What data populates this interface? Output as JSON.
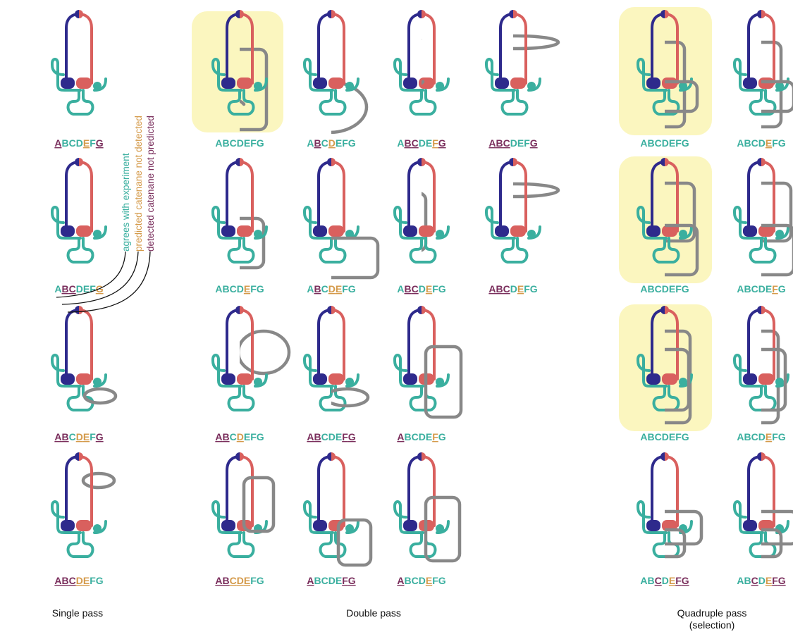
{
  "colors": {
    "agrees": "#3aaf9f",
    "predicted_not_detected": "#d49a4a",
    "detected_not_predicted": "#7a2e5c",
    "strand_blue": "#2e2a8c",
    "strand_red": "#d9605e",
    "strand_teal": "#3aaf9f",
    "ring_gray": "#888888",
    "highlight": "#fbf6bf",
    "connector": "#111111"
  },
  "legend": {
    "agrees": "agrees with experiment",
    "predicted": "predicted catenane not detected",
    "detected": "detected catenane not predicted"
  },
  "sections": {
    "single": "Single pass",
    "double": "Double pass",
    "quadruple_line1": "Quadruple pass",
    "quadruple_line2": "(selection)"
  },
  "cells": [
    {
      "id": "s1",
      "label": [
        [
          "A",
          "d"
        ],
        [
          "B",
          "a"
        ],
        [
          "C",
          "a"
        ],
        [
          "D",
          "a"
        ],
        [
          "E",
          "p"
        ],
        [
          "F",
          "a"
        ],
        [
          "G",
          "d"
        ]
      ]
    },
    {
      "id": "s2",
      "label": [
        [
          "A",
          "a"
        ],
        [
          "B",
          "d"
        ],
        [
          "C",
          "d"
        ],
        [
          "D",
          "a"
        ],
        [
          "E",
          "a"
        ],
        [
          "F",
          "a"
        ],
        [
          "G",
          "p"
        ]
      ]
    },
    {
      "id": "s3",
      "label": [
        [
          "A",
          "d"
        ],
        [
          "B",
          "d"
        ],
        [
          "C",
          "a"
        ],
        [
          "D",
          "p"
        ],
        [
          "E",
          "p"
        ],
        [
          "F",
          "a"
        ],
        [
          "G",
          "d"
        ]
      ]
    },
    {
      "id": "s4",
      "label": [
        [
          "A",
          "d"
        ],
        [
          "B",
          "d"
        ],
        [
          "C",
          "d"
        ],
        [
          "D",
          "p"
        ],
        [
          "E",
          "p"
        ],
        [
          "F",
          "a"
        ],
        [
          "G",
          "a"
        ]
      ]
    },
    {
      "id": "d1",
      "label": [
        [
          "A",
          "a"
        ],
        [
          "B",
          "a"
        ],
        [
          "C",
          "a"
        ],
        [
          "D",
          "a"
        ],
        [
          "E",
          "a"
        ],
        [
          "F",
          "a"
        ],
        [
          "G",
          "a"
        ]
      ]
    },
    {
      "id": "d2",
      "label": [
        [
          "A",
          "a"
        ],
        [
          "B",
          "d"
        ],
        [
          "C",
          "a"
        ],
        [
          "D",
          "p"
        ],
        [
          "E",
          "a"
        ],
        [
          "F",
          "a"
        ],
        [
          "G",
          "a"
        ]
      ]
    },
    {
      "id": "d3",
      "label": [
        [
          "A",
          "a"
        ],
        [
          "B",
          "d"
        ],
        [
          "C",
          "d"
        ],
        [
          "D",
          "a"
        ],
        [
          "E",
          "a"
        ],
        [
          "F",
          "p"
        ],
        [
          "G",
          "d"
        ]
      ]
    },
    {
      "id": "d4",
      "label": [
        [
          "A",
          "d"
        ],
        [
          "B",
          "d"
        ],
        [
          "C",
          "d"
        ],
        [
          "D",
          "a"
        ],
        [
          "E",
          "a"
        ],
        [
          "F",
          "a"
        ],
        [
          "G",
          "d"
        ]
      ]
    },
    {
      "id": "d5",
      "label": [
        [
          "A",
          "a"
        ],
        [
          "B",
          "a"
        ],
        [
          "C",
          "a"
        ],
        [
          "D",
          "a"
        ],
        [
          "E",
          "p"
        ],
        [
          "F",
          "a"
        ],
        [
          "G",
          "a"
        ]
      ]
    },
    {
      "id": "d6",
      "label": [
        [
          "A",
          "a"
        ],
        [
          "B",
          "d"
        ],
        [
          "C",
          "a"
        ],
        [
          "D",
          "p"
        ],
        [
          "E",
          "p"
        ],
        [
          "F",
          "a"
        ],
        [
          "G",
          "a"
        ]
      ]
    },
    {
      "id": "d7",
      "label": [
        [
          "A",
          "a"
        ],
        [
          "B",
          "d"
        ],
        [
          "C",
          "d"
        ],
        [
          "D",
          "a"
        ],
        [
          "E",
          "p"
        ],
        [
          "F",
          "a"
        ],
        [
          "G",
          "a"
        ]
      ]
    },
    {
      "id": "d8",
      "label": [
        [
          "A",
          "d"
        ],
        [
          "B",
          "d"
        ],
        [
          "C",
          "d"
        ],
        [
          "D",
          "a"
        ],
        [
          "E",
          "p"
        ],
        [
          "F",
          "a"
        ],
        [
          "G",
          "a"
        ]
      ]
    },
    {
      "id": "d9",
      "label": [
        [
          "A",
          "d"
        ],
        [
          "B",
          "d"
        ],
        [
          "C",
          "a"
        ],
        [
          "D",
          "p"
        ],
        [
          "E",
          "a"
        ],
        [
          "F",
          "a"
        ],
        [
          "G",
          "a"
        ]
      ]
    },
    {
      "id": "d10",
      "label": [
        [
          "A",
          "d"
        ],
        [
          "B",
          "d"
        ],
        [
          "C",
          "a"
        ],
        [
          "D",
          "a"
        ],
        [
          "E",
          "a"
        ],
        [
          "F",
          "d"
        ],
        [
          "G",
          "d"
        ]
      ]
    },
    {
      "id": "d11",
      "label": [
        [
          "A",
          "d"
        ],
        [
          "B",
          "a"
        ],
        [
          "C",
          "a"
        ],
        [
          "D",
          "a"
        ],
        [
          "E",
          "a"
        ],
        [
          "F",
          "p"
        ],
        [
          "G",
          "a"
        ]
      ]
    },
    {
      "id": "d12",
      "label": [
        [
          "A",
          "d"
        ],
        [
          "B",
          "d"
        ],
        [
          "C",
          "p"
        ],
        [
          "D",
          "p"
        ],
        [
          "E",
          "p"
        ],
        [
          "F",
          "a"
        ],
        [
          "G",
          "a"
        ]
      ]
    },
    {
      "id": "d13",
      "label": [
        [
          "A",
          "d"
        ],
        [
          "B",
          "a"
        ],
        [
          "C",
          "a"
        ],
        [
          "D",
          "a"
        ],
        [
          "E",
          "a"
        ],
        [
          "F",
          "d"
        ],
        [
          "G",
          "d"
        ]
      ]
    },
    {
      "id": "d14",
      "label": [
        [
          "A",
          "d"
        ],
        [
          "B",
          "a"
        ],
        [
          "C",
          "a"
        ],
        [
          "D",
          "a"
        ],
        [
          "E",
          "p"
        ],
        [
          "F",
          "a"
        ],
        [
          "G",
          "a"
        ]
      ]
    },
    {
      "id": "q1",
      "label": [
        [
          "A",
          "a"
        ],
        [
          "B",
          "a"
        ],
        [
          "C",
          "a"
        ],
        [
          "D",
          "a"
        ],
        [
          "E",
          "a"
        ],
        [
          "F",
          "a"
        ],
        [
          "G",
          "a"
        ]
      ]
    },
    {
      "id": "q2",
      "label": [
        [
          "A",
          "a"
        ],
        [
          "B",
          "a"
        ],
        [
          "C",
          "a"
        ],
        [
          "D",
          "a"
        ],
        [
          "E",
          "p"
        ],
        [
          "F",
          "a"
        ],
        [
          "G",
          "a"
        ]
      ]
    },
    {
      "id": "q3",
      "label": [
        [
          "A",
          "a"
        ],
        [
          "B",
          "a"
        ],
        [
          "C",
          "a"
        ],
        [
          "D",
          "a"
        ],
        [
          "E",
          "a"
        ],
        [
          "F",
          "a"
        ],
        [
          "G",
          "a"
        ]
      ]
    },
    {
      "id": "q4",
      "label": [
        [
          "A",
          "a"
        ],
        [
          "B",
          "a"
        ],
        [
          "C",
          "a"
        ],
        [
          "D",
          "a"
        ],
        [
          "E",
          "a"
        ],
        [
          "F",
          "p"
        ],
        [
          "G",
          "a"
        ]
      ]
    },
    {
      "id": "q5",
      "label": [
        [
          "A",
          "a"
        ],
        [
          "B",
          "a"
        ],
        [
          "C",
          "a"
        ],
        [
          "D",
          "a"
        ],
        [
          "E",
          "a"
        ],
        [
          "F",
          "a"
        ],
        [
          "G",
          "a"
        ]
      ]
    },
    {
      "id": "q6",
      "label": [
        [
          "A",
          "a"
        ],
        [
          "B",
          "a"
        ],
        [
          "C",
          "a"
        ],
        [
          "D",
          "a"
        ],
        [
          "E",
          "p"
        ],
        [
          "F",
          "a"
        ],
        [
          "G",
          "a"
        ]
      ]
    },
    {
      "id": "q7",
      "label": [
        [
          "A",
          "a"
        ],
        [
          "B",
          "a"
        ],
        [
          "C",
          "d"
        ],
        [
          "D",
          "a"
        ],
        [
          "E",
          "p"
        ],
        [
          "F",
          "d"
        ],
        [
          "G",
          "d"
        ]
      ]
    },
    {
      "id": "q8",
      "label": [
        [
          "A",
          "a"
        ],
        [
          "B",
          "a"
        ],
        [
          "C",
          "d"
        ],
        [
          "D",
          "a"
        ],
        [
          "E",
          "p"
        ],
        [
          "F",
          "d"
        ],
        [
          "G",
          "d"
        ]
      ]
    }
  ]
}
